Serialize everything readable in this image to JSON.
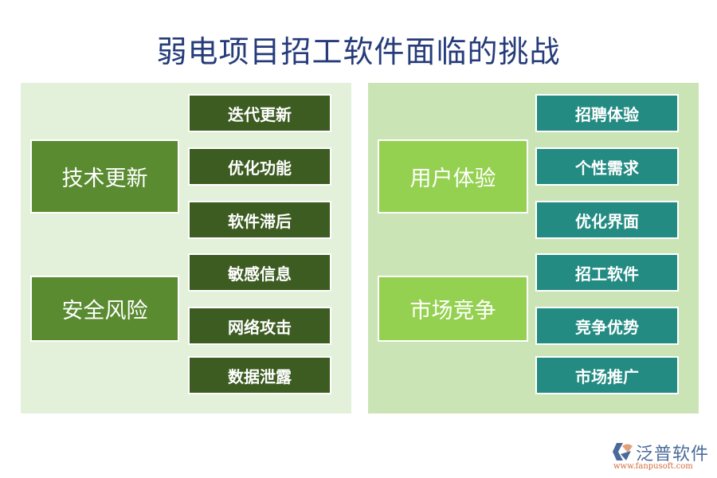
{
  "title": "弱电项目招工软件面临的挑战",
  "panels": [
    {
      "groups": [
        {
          "label": "技术更新",
          "items": [
            "迭代更新",
            "优化功能",
            "软件滞后"
          ]
        },
        {
          "label": "安全风险",
          "items": [
            "敏感信息",
            "网络攻击",
            "数据泄露"
          ]
        }
      ]
    },
    {
      "groups": [
        {
          "label": "用户体验",
          "items": [
            "招聘体验",
            "个性需求",
            "优化界面"
          ]
        },
        {
          "label": "市场竞争",
          "items": [
            "招工软件",
            "竞争优势",
            "市场推广"
          ]
        }
      ]
    }
  ],
  "colors": {
    "title": "#253b7a",
    "left_panel_bg": "#e3f0da",
    "left_main": "#5a8b31",
    "left_sub": "#3d5c22",
    "right_panel_bg": "#cae4b6",
    "right_main": "#95d150",
    "right_sub": "#238b82"
  },
  "logo": {
    "name": "泛普软件",
    "url": "www.fanpusoft.com",
    "icon": "fanpu-logo-icon"
  }
}
